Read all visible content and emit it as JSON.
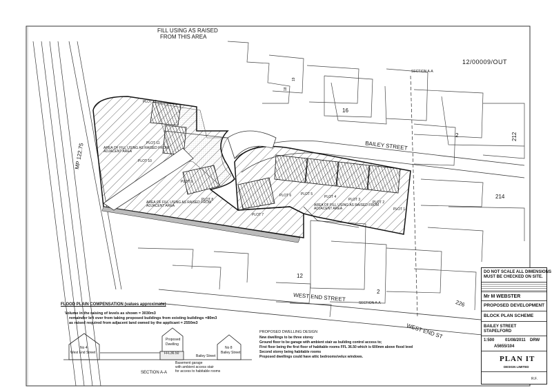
{
  "ref_number": "12/00009/OUT",
  "top_note": [
    "FILL USING AS RAISED",
    "FROM THIS AREA"
  ],
  "mp_label": "MP 122.75",
  "streets": {
    "bailey": "BAILEY STREET",
    "west_end": "WEST END STREET",
    "west_end_st": "WEST END ST"
  },
  "section_labels": {
    "top": "SECTION A-A",
    "bottom": "SECTION A-A",
    "diagram": "SECTION A-A"
  },
  "house_numbers": {
    "n1": "16",
    "n2": "2",
    "n3": "212",
    "n4": "214",
    "n5": "12",
    "n6": "2",
    "n7": "226",
    "n8": "18",
    "n9": "19"
  },
  "fill_areas": {
    "a1": "AREA OF FILL USING AS RAISED FROM ADJACENT AREA",
    "a2": "AREA OF FILL USING AS RAISED FROM ADJACENT AREA",
    "a3": "AREA OF FILL USING AS RAISED FROM ADJACENT AREA"
  },
  "plots": [
    "PLOT 1",
    "PLOT 2",
    "PLOT 3",
    "PLOT 4",
    "PLOT 5",
    "PLOT 6",
    "PLOT 7",
    "PLOT 8",
    "PLOT 9",
    "PLOT 10",
    "PLOT 11",
    "PLOT 12"
  ],
  "flood_compensation": {
    "heading": "FLOOD PLAIN COMPENSATION (values approximate)",
    "lines": [
      "Volume in the raising of levels as shown = 3030m3",
      "remainder left over from taking proposed buildings from existing buildings =80m3",
      "as raised required from adjacent land owned by the applicant = 2550m3"
    ]
  },
  "section_diagram": {
    "no4": [
      "No 4",
      "West End Street"
    ],
    "proposed": [
      "Proposed",
      "Dwelling"
    ],
    "no8": [
      "No 8",
      "Bailey Street"
    ],
    "bailey": "Bailey Street",
    "ffl": "FFL36.50",
    "basement": [
      "Basement garage",
      "with ambient access stair",
      "for access to habitable rooms"
    ]
  },
  "design_notes": {
    "heading": "PROPOSED DWELLING DESIGN",
    "lines": [
      "New dwellings to be three storey",
      "Ground floor to be garage with ambient stair as building control access to;",
      "First floor being the first floor of habitable rooms FFL 36.50 which is 600mm above flood level",
      "Second storey being habitable rooms",
      "Proposed dwellings could have attic bedrooms/velux windows."
    ]
  },
  "title_block": {
    "warning": [
      "DO NOT SCALE ALL DIMENSIONS",
      "MUST BE CHECKED ON SITE."
    ],
    "client": "Mr M WEBSTER",
    "project": "PROPOSED DEVELOPMENT",
    "drawing": "BLOCK PLAN SCHEME",
    "site": [
      "BAILEY STREET",
      "STAPELFORD"
    ],
    "scale": "1:500",
    "date": "01/08/2011",
    "drawn": "DRW",
    "number": "A5655/104",
    "company": "PLAN IT",
    "company_sub": "DESIGN LIMITED"
  },
  "corner_mark": "R.F."
}
